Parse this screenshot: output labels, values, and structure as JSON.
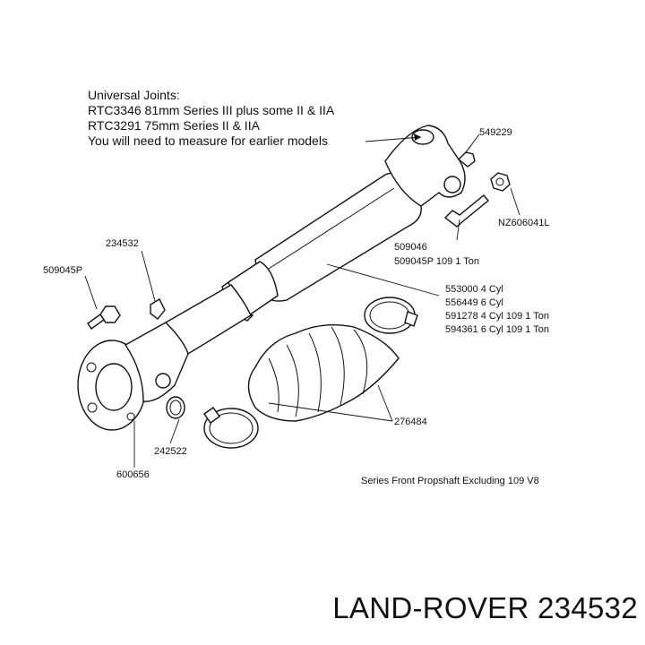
{
  "notes": {
    "line1": "Universal Joints:",
    "line2": "RTC3346 81mm Series III plus some II & IIA",
    "line3": "RTC3291 75mm Series II & IIA",
    "line4": "You will need to measure for earlier models"
  },
  "parts": {
    "p549229": "549229",
    "pNZ606041L": "NZ606041L",
    "p509046": "509046",
    "p509045P_109": "509045P 109 1 Ton",
    "p234532": "234532",
    "p509045P": "509045P",
    "p553000": "553000 4 Cyl",
    "p556449": "556449 6 Cyl",
    "p591278": "591278 4 Cyl 109 1 Ton",
    "p594361": "594361 6 Cyl 109 1 Ton",
    "p276484": "276484",
    "p242522": "242522",
    "p600656": "600656"
  },
  "caption": "Series Front Propshaft Excluding 109 V8",
  "brand": "LAND-ROVER 234532"
}
